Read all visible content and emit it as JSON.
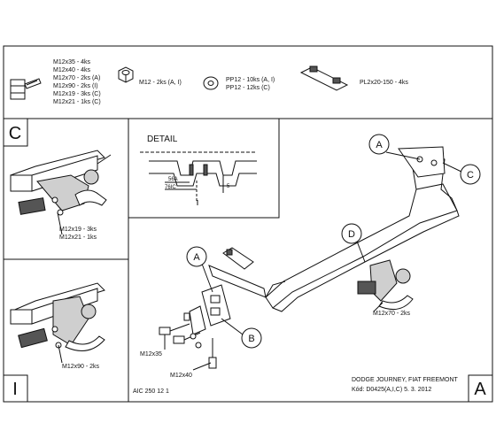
{
  "hardware": {
    "bolts": [
      "M12x35 - 4ks",
      "M12x40 - 4ks",
      "M12x70 - 2ks (A)",
      "M12x90 - 2ks (I)",
      "M12x19 - 3ks (C)",
      "M12x21 - 1ks (C)"
    ],
    "nut": "M12 - 2ks (A, I)",
    "washers": [
      "PP12 - 10ks (A, I)",
      "PP12 - 12ks (C)"
    ],
    "plate": "PL2x20-150 - 4ks"
  },
  "variant_c": {
    "letter": "C",
    "labels": [
      "M12x19 - 3ks",
      "M12x21 - 1ks"
    ]
  },
  "variant_i": {
    "letter": "I",
    "label": "M12x90 - 2ks"
  },
  "detail": {
    "title": "DETAIL",
    "dim_a": "56A",
    "dim_b": "76IC",
    "dim_c": "5"
  },
  "callouts": {
    "a1": "A",
    "c": "C",
    "d": "D",
    "a2": "A",
    "b": "B"
  },
  "main_labels": {
    "m12x70": "M12x70 - 2ks",
    "m12x35": "M12x35",
    "m12x40": "M12x40"
  },
  "footer": {
    "code": "AIC 250 12 1",
    "vehicle": "DODGE JOURNEY, FIAT FREEMONT",
    "kod": "Kód: D0425(A,I,C)  5. 3. 2012",
    "variant": "A"
  }
}
